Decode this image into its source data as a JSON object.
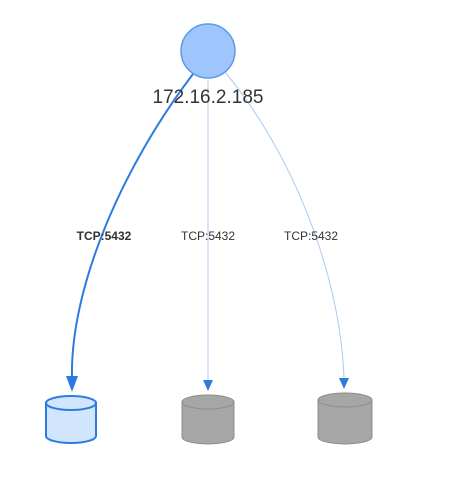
{
  "graph": {
    "source": {
      "label": "172.16.2.185",
      "fill": "#9EC5FE",
      "stroke": "#5B9BE6"
    },
    "targets": [
      {
        "id": "db-1",
        "state": "selected",
        "fill": "#D1E5FD",
        "stroke": "#2E7BE0"
      },
      {
        "id": "db-2",
        "state": "inactive",
        "fill": "#A6A6A6",
        "stroke": "#8C8C8C"
      },
      {
        "id": "db-3",
        "state": "inactive",
        "fill": "#A6A6A6",
        "stroke": "#8C8C8C"
      }
    ],
    "edges": [
      {
        "label": "TCP:5432",
        "emphasis": "strong",
        "color": "#2E7BE0"
      },
      {
        "label": "TCP:5432",
        "emphasis": "normal",
        "color": "#A9CBF5",
        "arrow_color": "#2E7BE0"
      },
      {
        "label": "TCP:5432",
        "emphasis": "normal",
        "color": "#A9CBF5",
        "arrow_color": "#2E7BE0"
      }
    ]
  }
}
